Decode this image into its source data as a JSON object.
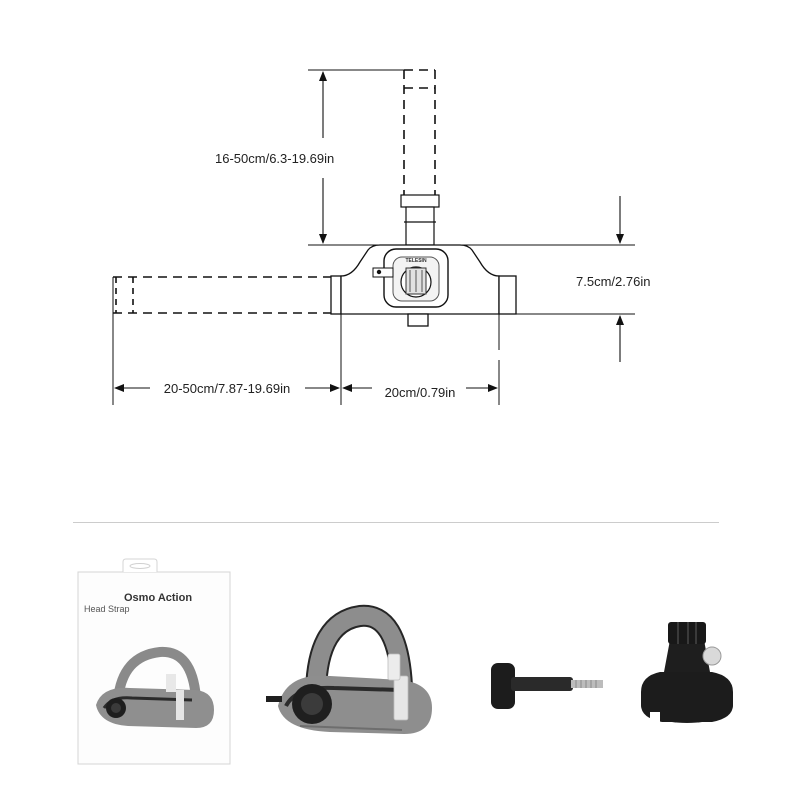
{
  "dimensions": {
    "strap_vertical": "16-50cm/6.3-19.69in",
    "mount_height": "7.5cm/2.76in",
    "strap_horizontal": "20-50cm/7.87-19.69in",
    "mount_width": "20cm/0.79in"
  },
  "mount_label": "TELESIN",
  "package": {
    "title": "Osmo Action",
    "subtitle": "Head Strap"
  },
  "colors": {
    "line": "#111111",
    "strap_gray": "#8a8a8a",
    "strap_dark": "#2b2b2b",
    "accessory_black": "#1c1c1c"
  }
}
